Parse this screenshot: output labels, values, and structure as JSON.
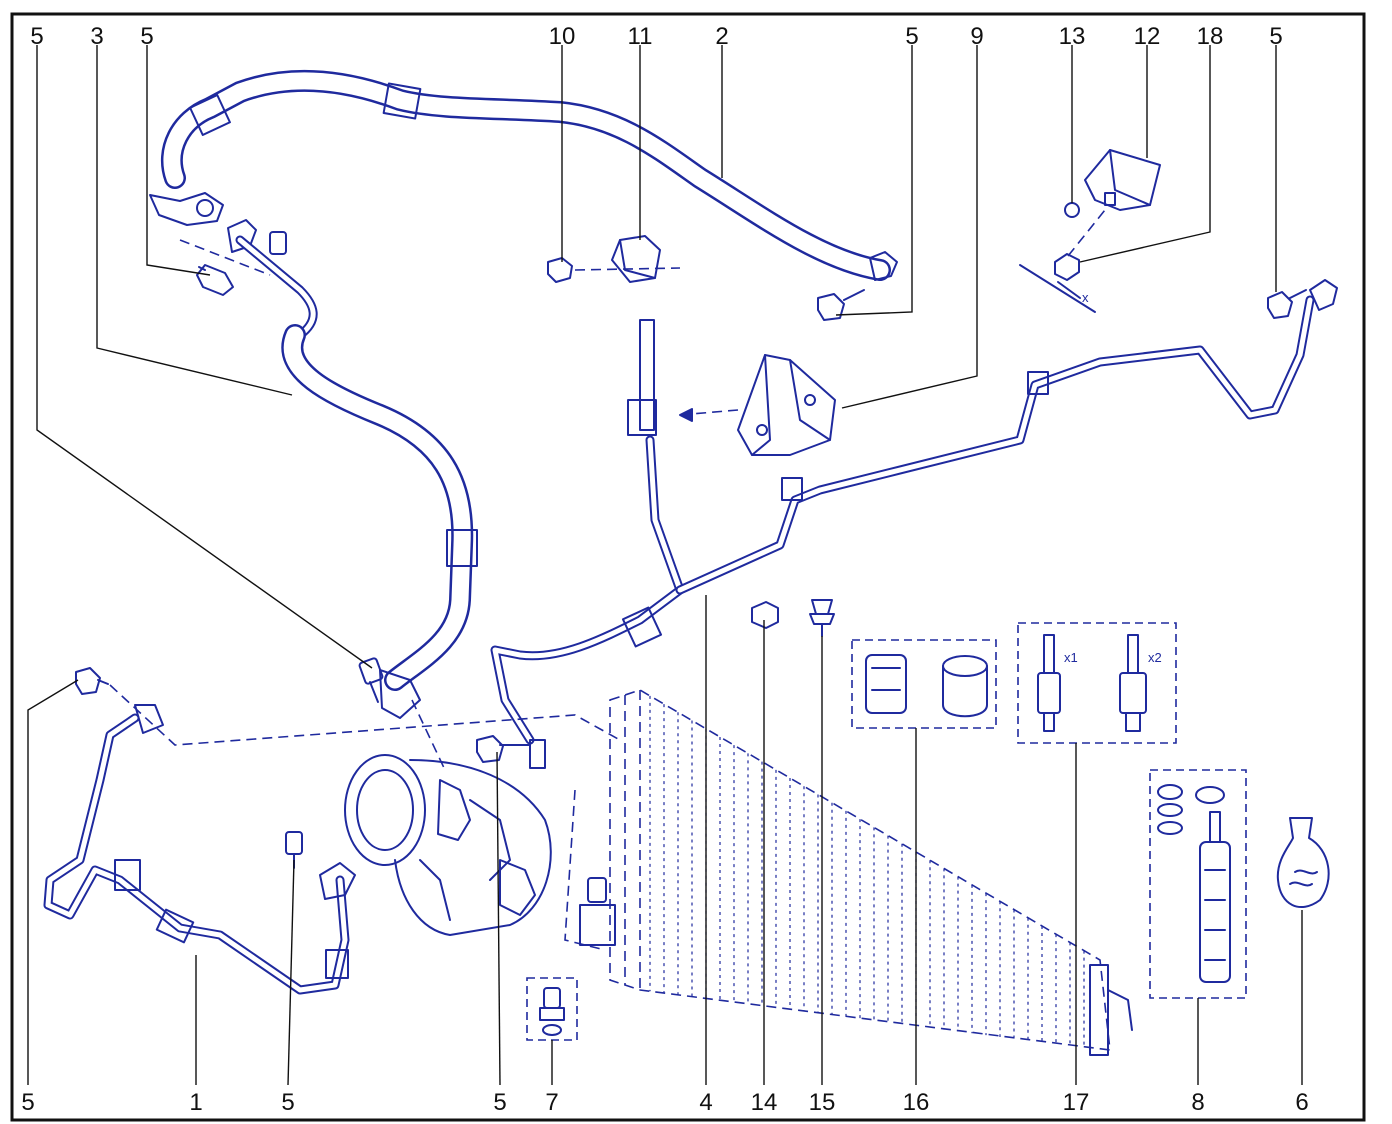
{
  "diagram": {
    "accent_color": "#1f2a9e",
    "callouts_top": [
      "5",
      "3",
      "5",
      "10",
      "11",
      "2",
      "5",
      "9",
      "13",
      "12",
      "18",
      "5"
    ],
    "callouts_bottom": [
      "5",
      "1",
      "5",
      "5",
      "7",
      "4",
      "14",
      "15",
      "16",
      "17",
      "8",
      "6"
    ],
    "labels": {
      "valve_x1": "x1",
      "valve_x2": "x2",
      "dimension_x": "x"
    }
  }
}
